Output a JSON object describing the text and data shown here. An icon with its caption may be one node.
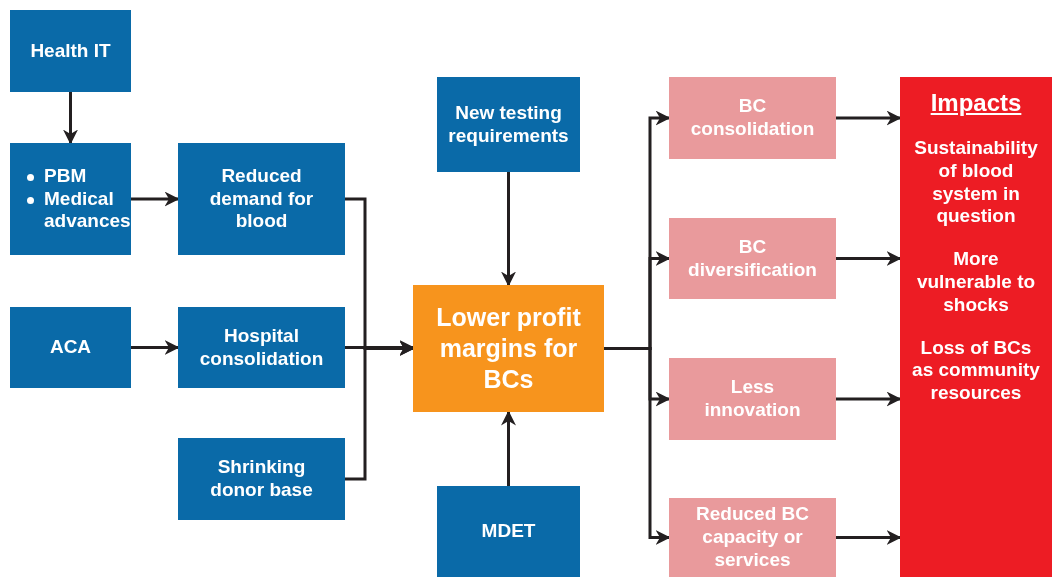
{
  "diagram": {
    "nodes": [
      {
        "text": [
          "Health IT"
        ]
      },
      {
        "text": [
          "PBM",
          "Medical advances"
        ]
      },
      {
        "text": [
          "Reduced demand for blood"
        ]
      },
      {
        "text": [
          "ACA"
        ]
      },
      {
        "text": [
          "Hospital consolidation"
        ]
      },
      {
        "text": [
          "Shrinking donor base"
        ]
      },
      {
        "text": [
          "New testing requirements"
        ]
      },
      {
        "text": [
          "Lower profit margins for BCs"
        ]
      },
      {
        "text": [
          "MDET"
        ]
      },
      {
        "text": [
          "BC consolidation"
        ]
      },
      {
        "text": [
          "BC diversification"
        ]
      },
      {
        "text": [
          "Less innovation"
        ]
      },
      {
        "text": [
          "Reduced BC capacity or services"
        ]
      },
      {
        "text": [
          "Impacts",
          "Sustainability of blood system in question",
          "More vulnerable to shocks",
          "Loss of BCs as community resources"
        ]
      }
    ],
    "edges": [
      {
        "from": 0,
        "to": 1,
        "arrow": "to"
      },
      {
        "from": 1,
        "to": 2,
        "arrow": "to"
      },
      {
        "from": 3,
        "to": 4,
        "arrow": "to"
      },
      {
        "from": 2,
        "to": 7,
        "arrow": "to"
      },
      {
        "from": 4,
        "to": 7,
        "arrow": "to"
      },
      {
        "from": 5,
        "to": 7,
        "arrow": "to"
      },
      {
        "from": 6,
        "to": 7,
        "arrow": "to"
      },
      {
        "from": 8,
        "to": 7,
        "arrow": "to"
      },
      {
        "from": 7,
        "to": 9,
        "arrow": "to"
      },
      {
        "from": 7,
        "to": 10,
        "arrow": "to"
      },
      {
        "from": 7,
        "to": 11,
        "arrow": "to"
      },
      {
        "from": 7,
        "to": 12,
        "arrow": "to"
      },
      {
        "from": 9,
        "to": 13,
        "arrow": "to"
      },
      {
        "from": 10,
        "to": 13,
        "arrow": "to"
      },
      {
        "from": 11,
        "to": 13,
        "arrow": "to"
      },
      {
        "from": 12,
        "to": 13,
        "arrow": "to"
      }
    ]
  }
}
